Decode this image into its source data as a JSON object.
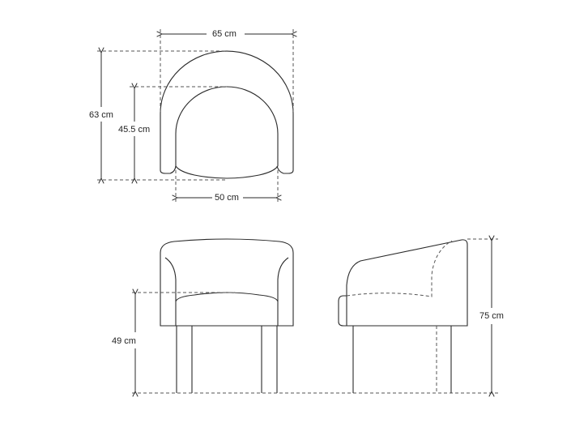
{
  "diagram": {
    "subject": "Armchair dimension drawing",
    "views": [
      {
        "name": "top-view",
        "dimensions": {
          "width": "65 cm",
          "depth": "63 cm",
          "inner_depth": "45.5 cm",
          "seat_width": "50 cm"
        }
      },
      {
        "name": "front-view",
        "dimensions": {
          "seat_height": "49 cm"
        }
      },
      {
        "name": "side-view",
        "dimensions": {
          "total_height": "75 cm"
        }
      }
    ]
  },
  "labels": {
    "width": "65 cm",
    "depth": "63 cm",
    "inner_depth": "45.5 cm",
    "seat_width": "50 cm",
    "seat_height": "49 cm",
    "total_height": "75 cm"
  },
  "colors": {
    "line": "#2a2a2a",
    "background": "#ffffff"
  }
}
